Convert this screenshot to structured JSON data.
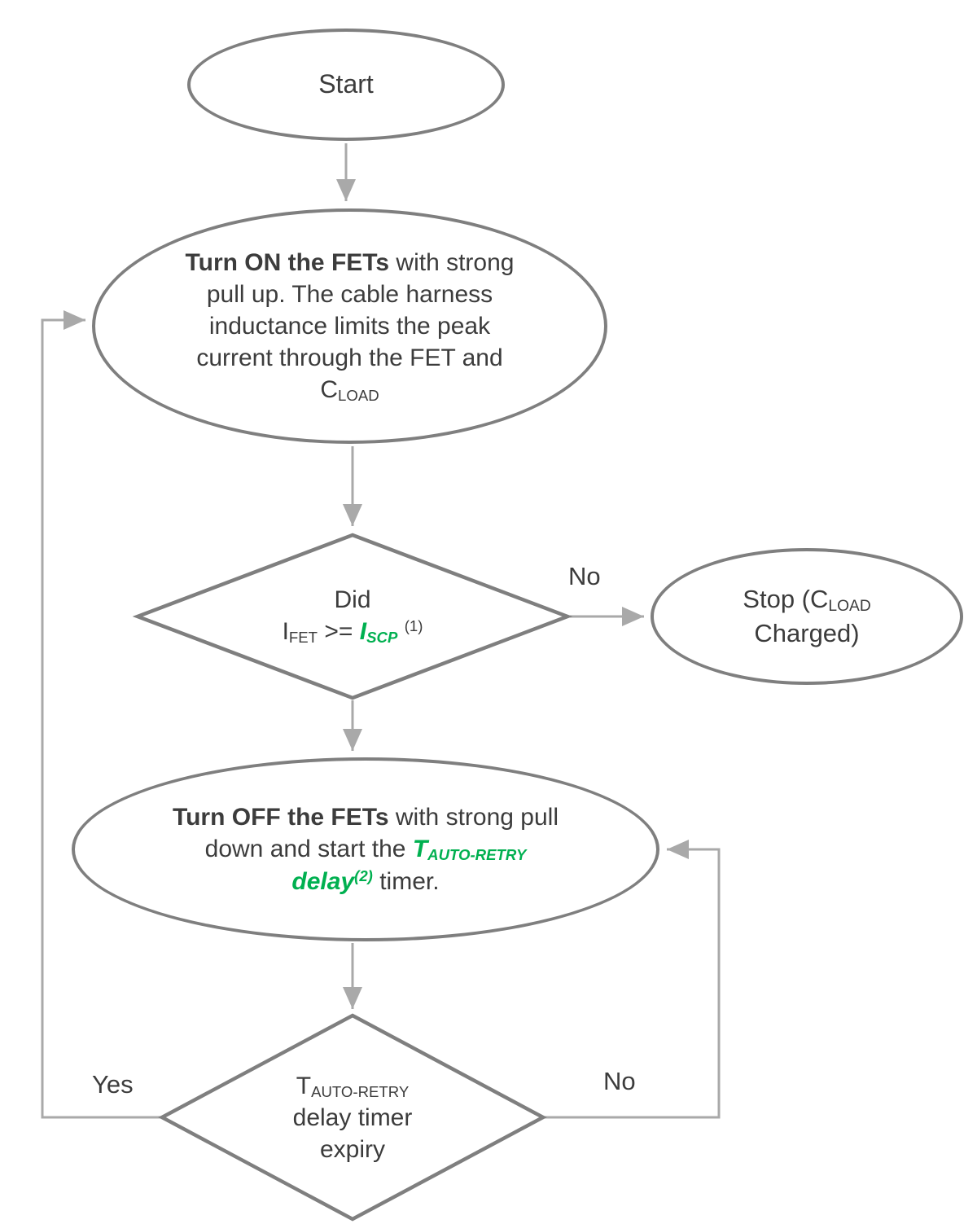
{
  "colors": {
    "shape_border": "#7f7f7f",
    "connector": "#a9a9a9",
    "text": "#3c3c3c",
    "accent_green": "#00b050",
    "background": "#ffffff"
  },
  "nodes": {
    "start": {
      "label": "Start"
    },
    "turn_on": {
      "bold": "Turn ON the FETs",
      "text": " with strong pull up. The cable harness inductance limits the peak current through the FET and C",
      "subscript": "LOAD"
    },
    "decision_scp": {
      "line1": "Did",
      "current_base": "I",
      "current_sub": "FET",
      "operator": " >= ",
      "iscp_base": "I",
      "iscp_sub": "SCP",
      "note_sup": "(1)"
    },
    "stop": {
      "text1": "Stop (C",
      "subscript": "LOAD",
      "text2": "Charged)"
    },
    "turn_off": {
      "bold": "Turn OFF the FETs",
      "text1": " with strong pull down and start the ",
      "green_base": "T",
      "green_sub": "AUTO-RETRY",
      "green_text": " delay",
      "green_sup": "(2)",
      "text2": " timer."
    },
    "decision_retry": {
      "t_base": "T",
      "t_sub": "AUTO-RETRY",
      "line2": "delay timer",
      "line3": "expiry"
    }
  },
  "edges": {
    "no_to_stop": "No",
    "yes_loop": "Yes",
    "no_loop": "No"
  }
}
